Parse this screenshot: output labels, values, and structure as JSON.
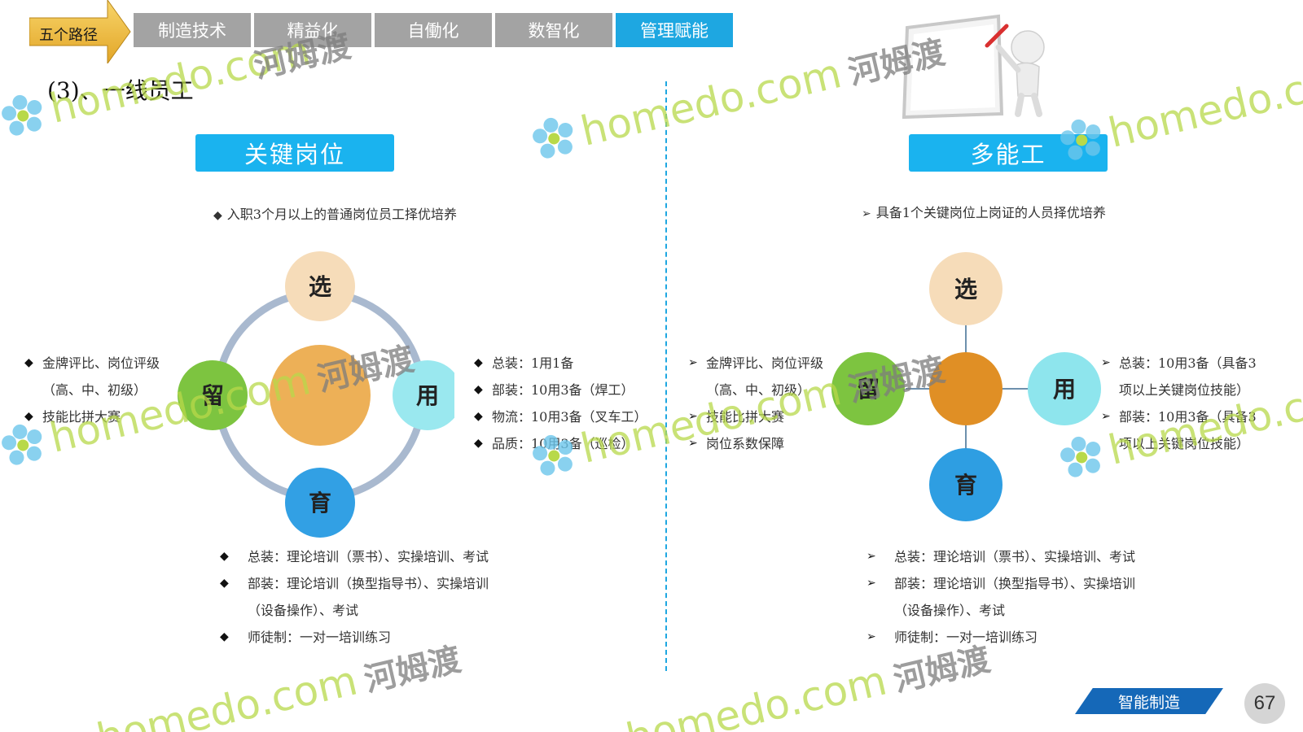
{
  "nav": {
    "path_label": "五个路径",
    "tabs": [
      {
        "label": "制造技术",
        "active": false
      },
      {
        "label": "精益化",
        "active": false
      },
      {
        "label": "自働化",
        "active": false
      },
      {
        "label": "数智化",
        "active": false
      },
      {
        "label": "管理赋能",
        "active": true
      }
    ]
  },
  "section_title": "(3)、一线员工",
  "left": {
    "heading": "关键岗位",
    "note": "入职3个月以上的普通岗位员工择优培养",
    "nodes": {
      "top": "选",
      "right": "用",
      "bottom": "育",
      "left": "留"
    },
    "left_items": [
      "金牌评比、岗位评级",
      "（高、中、初级）",
      "技能比拼大赛"
    ],
    "right_items": [
      "总装：1用1备",
      "部装：10用3备（焊工）",
      "物流：10用3备（叉车工）",
      "品质：10用3备（巡检）"
    ],
    "bottom_items": [
      "总装：理论培训（票书）、实操培训、考试",
      "部装：理论培训（换型指导书）、实操培训",
      "（设备操作）、考试",
      "师徒制：一对一培训练习"
    ]
  },
  "right": {
    "heading": "多能工",
    "note": "具备1个关键岗位上岗证的人员择优培养",
    "nodes": {
      "top": "选",
      "right": "用",
      "bottom": "育",
      "left": "留"
    },
    "left_items": [
      "金牌评比、岗位评级",
      "（高、中、初级）",
      "技能比拼大赛",
      "岗位系数保障"
    ],
    "right_items": [
      "总装：10用3备（具备3",
      "项以上关键岗位技能）",
      "部装：10用3备（具备3",
      "项以上关键岗位技能）"
    ],
    "bottom_items": [
      "总装：理论培训（票书）、实操培训、考试",
      "部装：理论培训（换型指导书）、实操培训",
      "（设备操作）、考试",
      "师徒制：一对一培训练习"
    ]
  },
  "footer": {
    "tag": "智能制造",
    "page": "67"
  },
  "watermark": {
    "latin": "homedo.com",
    "cn": "河姆渡"
  },
  "colors": {
    "accent": "#1ab3ef",
    "active_tab": "#1ea7e1",
    "tab": "#a3a3a3",
    "footer": "#1568b8"
  }
}
